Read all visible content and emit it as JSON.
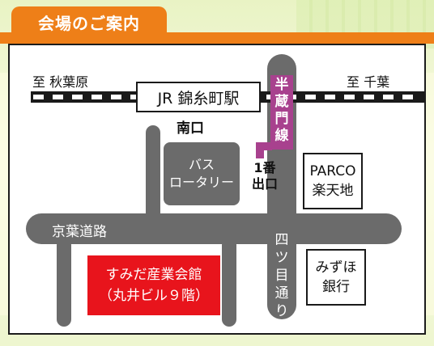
{
  "header": {
    "title": "会場のご案内"
  },
  "map": {
    "station": "JR 錦糸町駅",
    "dest_left": "至 秋葉原",
    "dest_right": "至 千葉",
    "south_exit": "南口",
    "hanzomon_line": "半蔵門線",
    "exit_1_line1": "1番",
    "exit_1_line2": "出口",
    "bus_line1": "バス",
    "bus_line2": "ロータリー",
    "parco_line1": "PARCO",
    "parco_line2": "楽天地",
    "keiyo_road": "京葉道路",
    "yotsume_road": "四ツ目通り",
    "mizuho_line1": "みずほ",
    "mizuho_line2": "銀行",
    "venue_line1": "すみだ産業会館",
    "venue_line2": "（丸井ビル９階）"
  },
  "colors": {
    "header": "#ee7f18",
    "venue": "#e8141c",
    "hanzomon": "#a8418e",
    "road": "#6b6b6b"
  }
}
